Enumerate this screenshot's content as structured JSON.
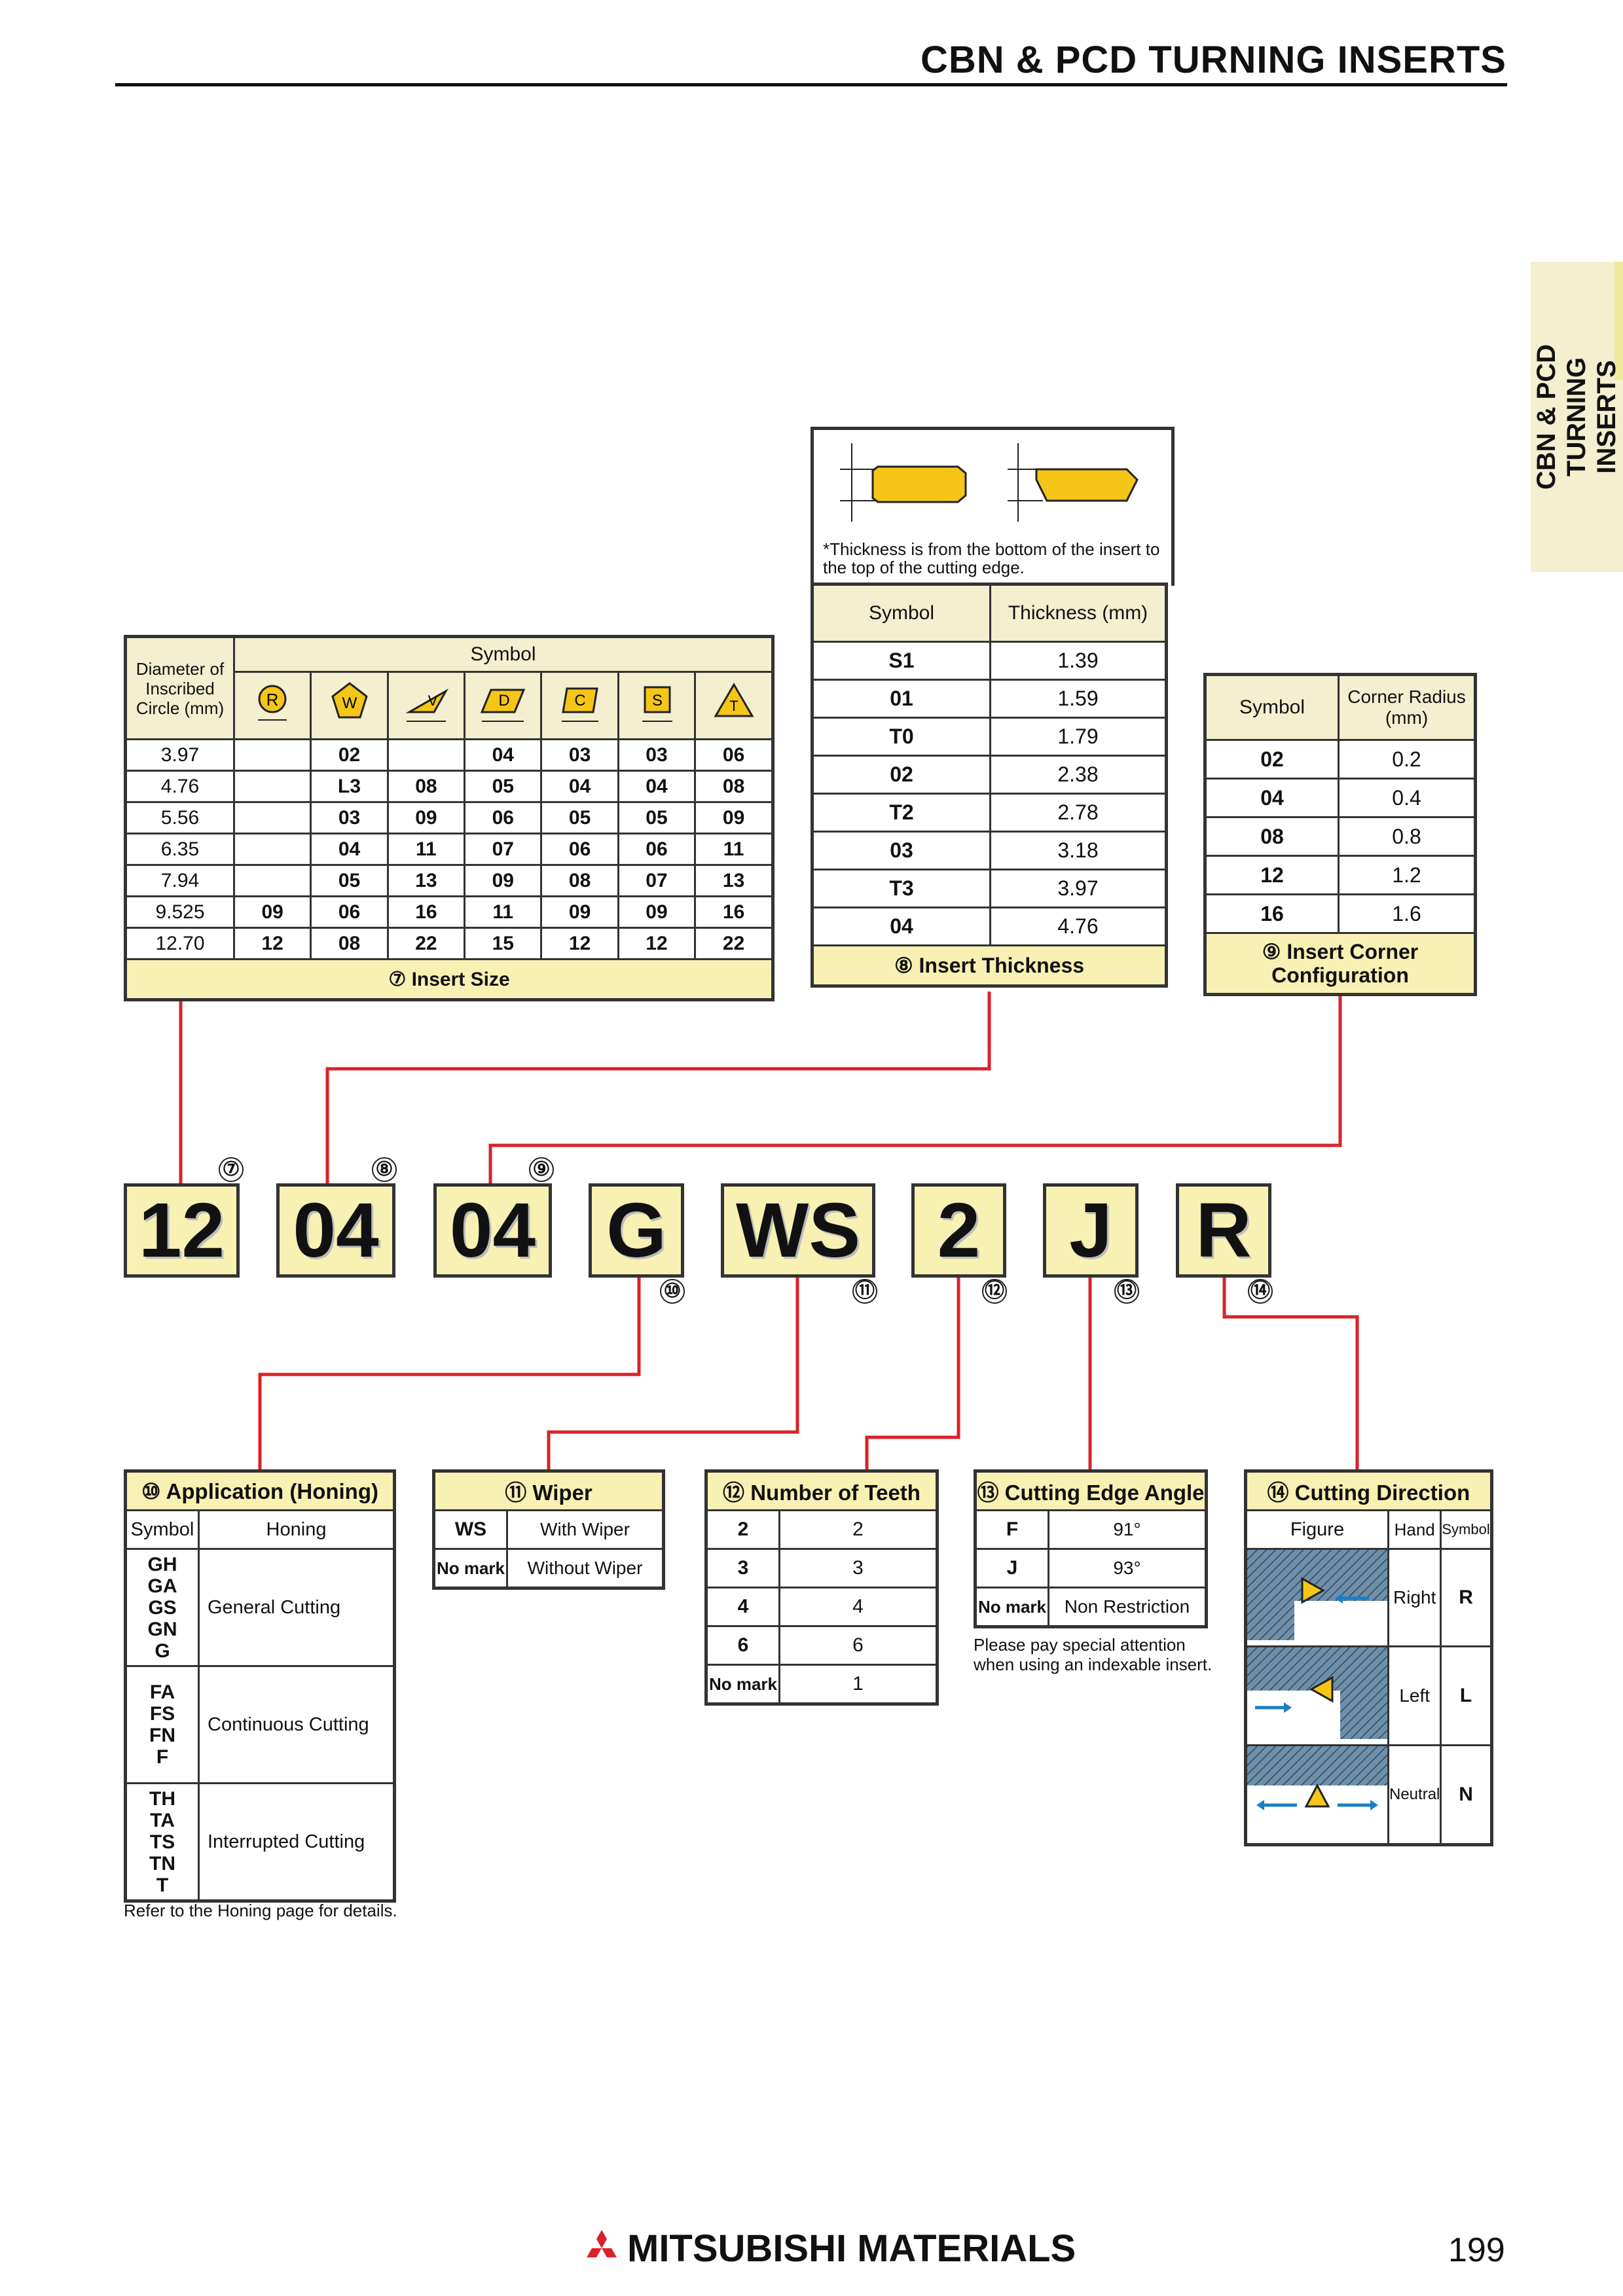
{
  "header": {
    "title": "CBN & PCD TURNING INSERTS",
    "side_tab": "CBN & PCD TURNING INSERTS"
  },
  "colors": {
    "accent_yellow": "#f7f1b4",
    "cream": "#f3efcf",
    "line_red": "#d8232a",
    "blue_arrow": "#1c7fc4"
  },
  "insert_size": {
    "col_header": "Diameter of Inscribed Circle (mm)",
    "symbol_header": "Symbol",
    "shape_letters": [
      "R",
      "W",
      "V",
      "D",
      "C",
      "S",
      "T"
    ],
    "rows": [
      [
        "3.97",
        "",
        "02",
        "",
        "04",
        "03",
        "03",
        "06"
      ],
      [
        "4.76",
        "",
        "L3",
        "08",
        "05",
        "04",
        "04",
        "08"
      ],
      [
        "5.56",
        "",
        "03",
        "09",
        "06",
        "05",
        "05",
        "09"
      ],
      [
        "6.35",
        "",
        "04",
        "11",
        "07",
        "06",
        "06",
        "11"
      ],
      [
        "7.94",
        "",
        "05",
        "13",
        "09",
        "08",
        "07",
        "13"
      ],
      [
        "9.525",
        "09",
        "06",
        "16",
        "11",
        "09",
        "09",
        "16"
      ],
      [
        "12.70",
        "12",
        "08",
        "22",
        "15",
        "12",
        "12",
        "22"
      ]
    ],
    "footer": "⑦ Insert Size"
  },
  "insert_thickness": {
    "note": "*Thickness is from the bottom of the insert to the top of the cutting edge.",
    "headers": [
      "Symbol",
      "Thickness (mm)"
    ],
    "rows": [
      [
        "S1",
        "1.39"
      ],
      [
        "01",
        "1.59"
      ],
      [
        "T0",
        "1.79"
      ],
      [
        "02",
        "2.38"
      ],
      [
        "T2",
        "2.78"
      ],
      [
        "03",
        "3.18"
      ],
      [
        "T3",
        "3.97"
      ],
      [
        "04",
        "4.76"
      ]
    ],
    "footer": "⑧ Insert Thickness"
  },
  "corner_config": {
    "headers": [
      "Symbol",
      "Corner Radius (mm)"
    ],
    "rows": [
      [
        "02",
        "0.2"
      ],
      [
        "04",
        "0.4"
      ],
      [
        "08",
        "0.8"
      ],
      [
        "12",
        "1.2"
      ],
      [
        "16",
        "1.6"
      ]
    ],
    "footer": "⑨ Insert Corner Configuration"
  },
  "code": {
    "parts": [
      "12",
      "04",
      "04",
      "G",
      "WS",
      "2",
      "J",
      "R"
    ],
    "markers": [
      "⑦",
      "⑧",
      "⑨",
      "⑩",
      "⑪",
      "⑫",
      "⑬",
      "⑭"
    ]
  },
  "application": {
    "title": "⑩ Application (Honing)",
    "headers": [
      "Symbol",
      "Honing"
    ],
    "groups": [
      {
        "symbols": "GH\nGA\nGS\nGN\nG",
        "desc": "General Cutting"
      },
      {
        "symbols": "FA\nFS\nFN\nF",
        "desc": "Continuous Cutting"
      },
      {
        "symbols": "TH\nTA\nTS\nTN\nT",
        "desc": "Interrupted Cutting"
      }
    ],
    "note": "Refer to the Honing page for details."
  },
  "wiper": {
    "title": "⑪ Wiper",
    "rows": [
      [
        "WS",
        "With Wiper"
      ],
      [
        "No mark",
        "Without Wiper"
      ]
    ]
  },
  "teeth": {
    "title": "⑫ Number of Teeth",
    "rows": [
      [
        "2",
        "2"
      ],
      [
        "3",
        "3"
      ],
      [
        "4",
        "4"
      ],
      [
        "6",
        "6"
      ],
      [
        "No mark",
        "1"
      ]
    ]
  },
  "edge_angle": {
    "title": "⑬ Cutting Edge Angle",
    "rows": [
      [
        "F",
        "91°"
      ],
      [
        "J",
        "93°"
      ],
      [
        "No mark",
        "Non Restriction"
      ]
    ],
    "note": "Please pay special attention when using an indexable insert."
  },
  "direction": {
    "title": "⑭ Cutting Direction",
    "headers": [
      "Figure",
      "Hand",
      "Symbol"
    ],
    "rows": [
      [
        "Right",
        "R"
      ],
      [
        "Left",
        "L"
      ],
      [
        "Neutral",
        "N"
      ]
    ]
  },
  "footer": {
    "brand": "MITSUBISHI MATERIALS",
    "page": "199"
  }
}
